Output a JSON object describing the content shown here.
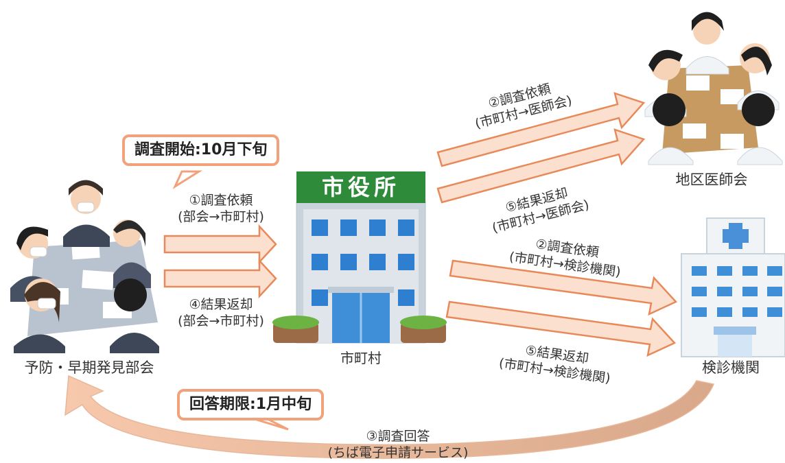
{
  "nodes": {
    "bukai": "予防・早期発見部会",
    "city": "市町村",
    "city_sign": "市役所",
    "ishikai": "地区医師会",
    "kenshin": "検診機関"
  },
  "callouts": {
    "start": "調査開始:10月下旬",
    "deadline": "回答期限:1月中旬"
  },
  "arrows": {
    "step1": {
      "title": "①調査依頼",
      "sub": "(部会→市町村)"
    },
    "step4": {
      "title": "④結果返却",
      "sub": "(部会→市町村)"
    },
    "step2a": {
      "title": "②調査依頼",
      "sub": "(市町村→医師会)"
    },
    "step5a": {
      "title": "⑤結果返却",
      "sub": "(市町村→医師会)"
    },
    "step2b": {
      "title": "②調査依頼",
      "sub": "(市町村→検診機関)"
    },
    "step5b": {
      "title": "⑤結果返却",
      "sub": "(市町村→検診機関)"
    },
    "step3": {
      "title": "③調査回答",
      "sub": "(ちば電子申請サービス)"
    }
  },
  "colors": {
    "arrow_fill": "#fbe0cf",
    "arrow_stroke": "#e8895a",
    "callout_border": "#f2a27a",
    "sign_green": "#2e8b3a",
    "building_grey": "#c9d3dc",
    "window_blue": "#2f7fd1"
  }
}
